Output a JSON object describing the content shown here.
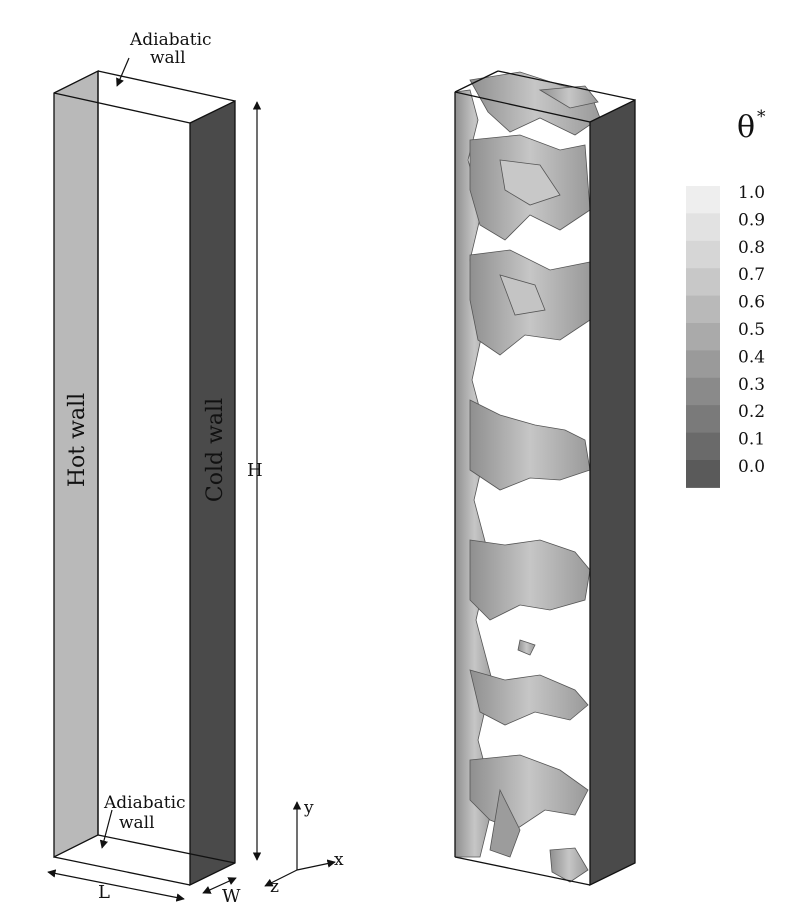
{
  "left_box": {
    "top_label_line1": "Adiabatic",
    "top_label_line2": "wall",
    "bottom_label_line1": "Adiabatic",
    "bottom_label_line2": "wall",
    "hot_wall": "Hot wall",
    "cold_wall": "Cold wall",
    "dim_height": "H",
    "dim_length": "L",
    "dim_width": "W",
    "hot_color": "#b9b9b9",
    "cold_color": "#4a4a4a"
  },
  "axes": {
    "y": "y",
    "x": "x",
    "z": "z"
  },
  "colorbar": {
    "title": "θ",
    "title_sup": "*",
    "levels": [
      "1.0",
      "0.9",
      "0.8",
      "0.7",
      "0.6",
      "0.5",
      "0.4",
      "0.3",
      "0.2",
      "0.1",
      "0.0"
    ],
    "colors": [
      "#eeeeee",
      "#e2e2e2",
      "#d6d6d6",
      "#c8c8c8",
      "#b9b9b9",
      "#aaaaaa",
      "#9a9a9a",
      "#8a8a8a",
      "#7a7a7a",
      "#6a6a6a",
      "#5a5a5a"
    ]
  },
  "right_box": {
    "cold_color": "#4a4a4a",
    "structure_color": "#a8a8a8"
  }
}
